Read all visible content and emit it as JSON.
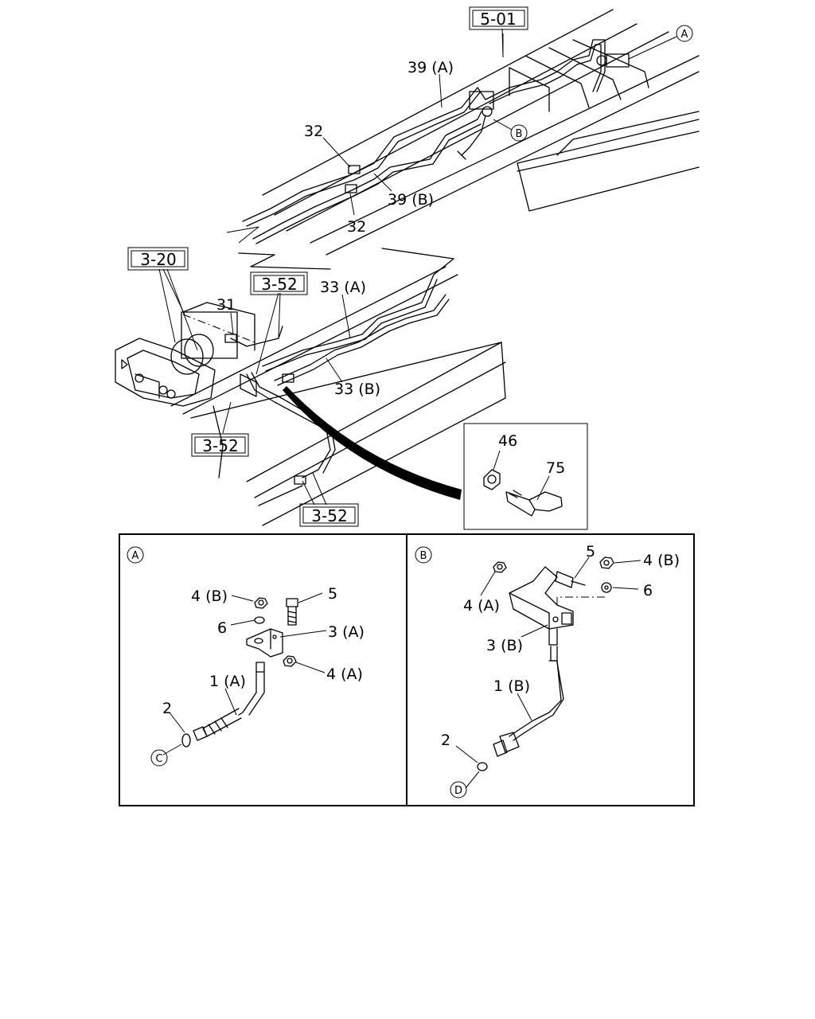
{
  "diagram": {
    "refs": {
      "r501": "5-01",
      "r320": "3-20",
      "r352a": "3-52",
      "r352b": "3-52",
      "r352c": "3-52"
    },
    "top": {
      "l39a": "39 (A)",
      "l39b": "39 (B)",
      "l32a": "32",
      "l32b": "32",
      "l31": "31",
      "l33a": "33 (A)",
      "l33b": "33 (B)",
      "cA": "A",
      "cB": "B"
    },
    "inset": {
      "l46": "46",
      "l75": "75"
    },
    "detailA": {
      "marker": "A",
      "l4b": "4 (B)",
      "l5": "5",
      "l6": "6",
      "l3a": "3 (A)",
      "l4a": "4 (A)",
      "l1a": "1 (A)",
      "l2": "2",
      "cC": "C"
    },
    "detailB": {
      "marker": "B",
      "l5": "5",
      "l4b": "4 (B)",
      "l4a": "4 (A)",
      "l6": "6",
      "l3b": "3 (B)",
      "l1b": "1 (B)",
      "l2": "2",
      "cD": "D"
    }
  }
}
